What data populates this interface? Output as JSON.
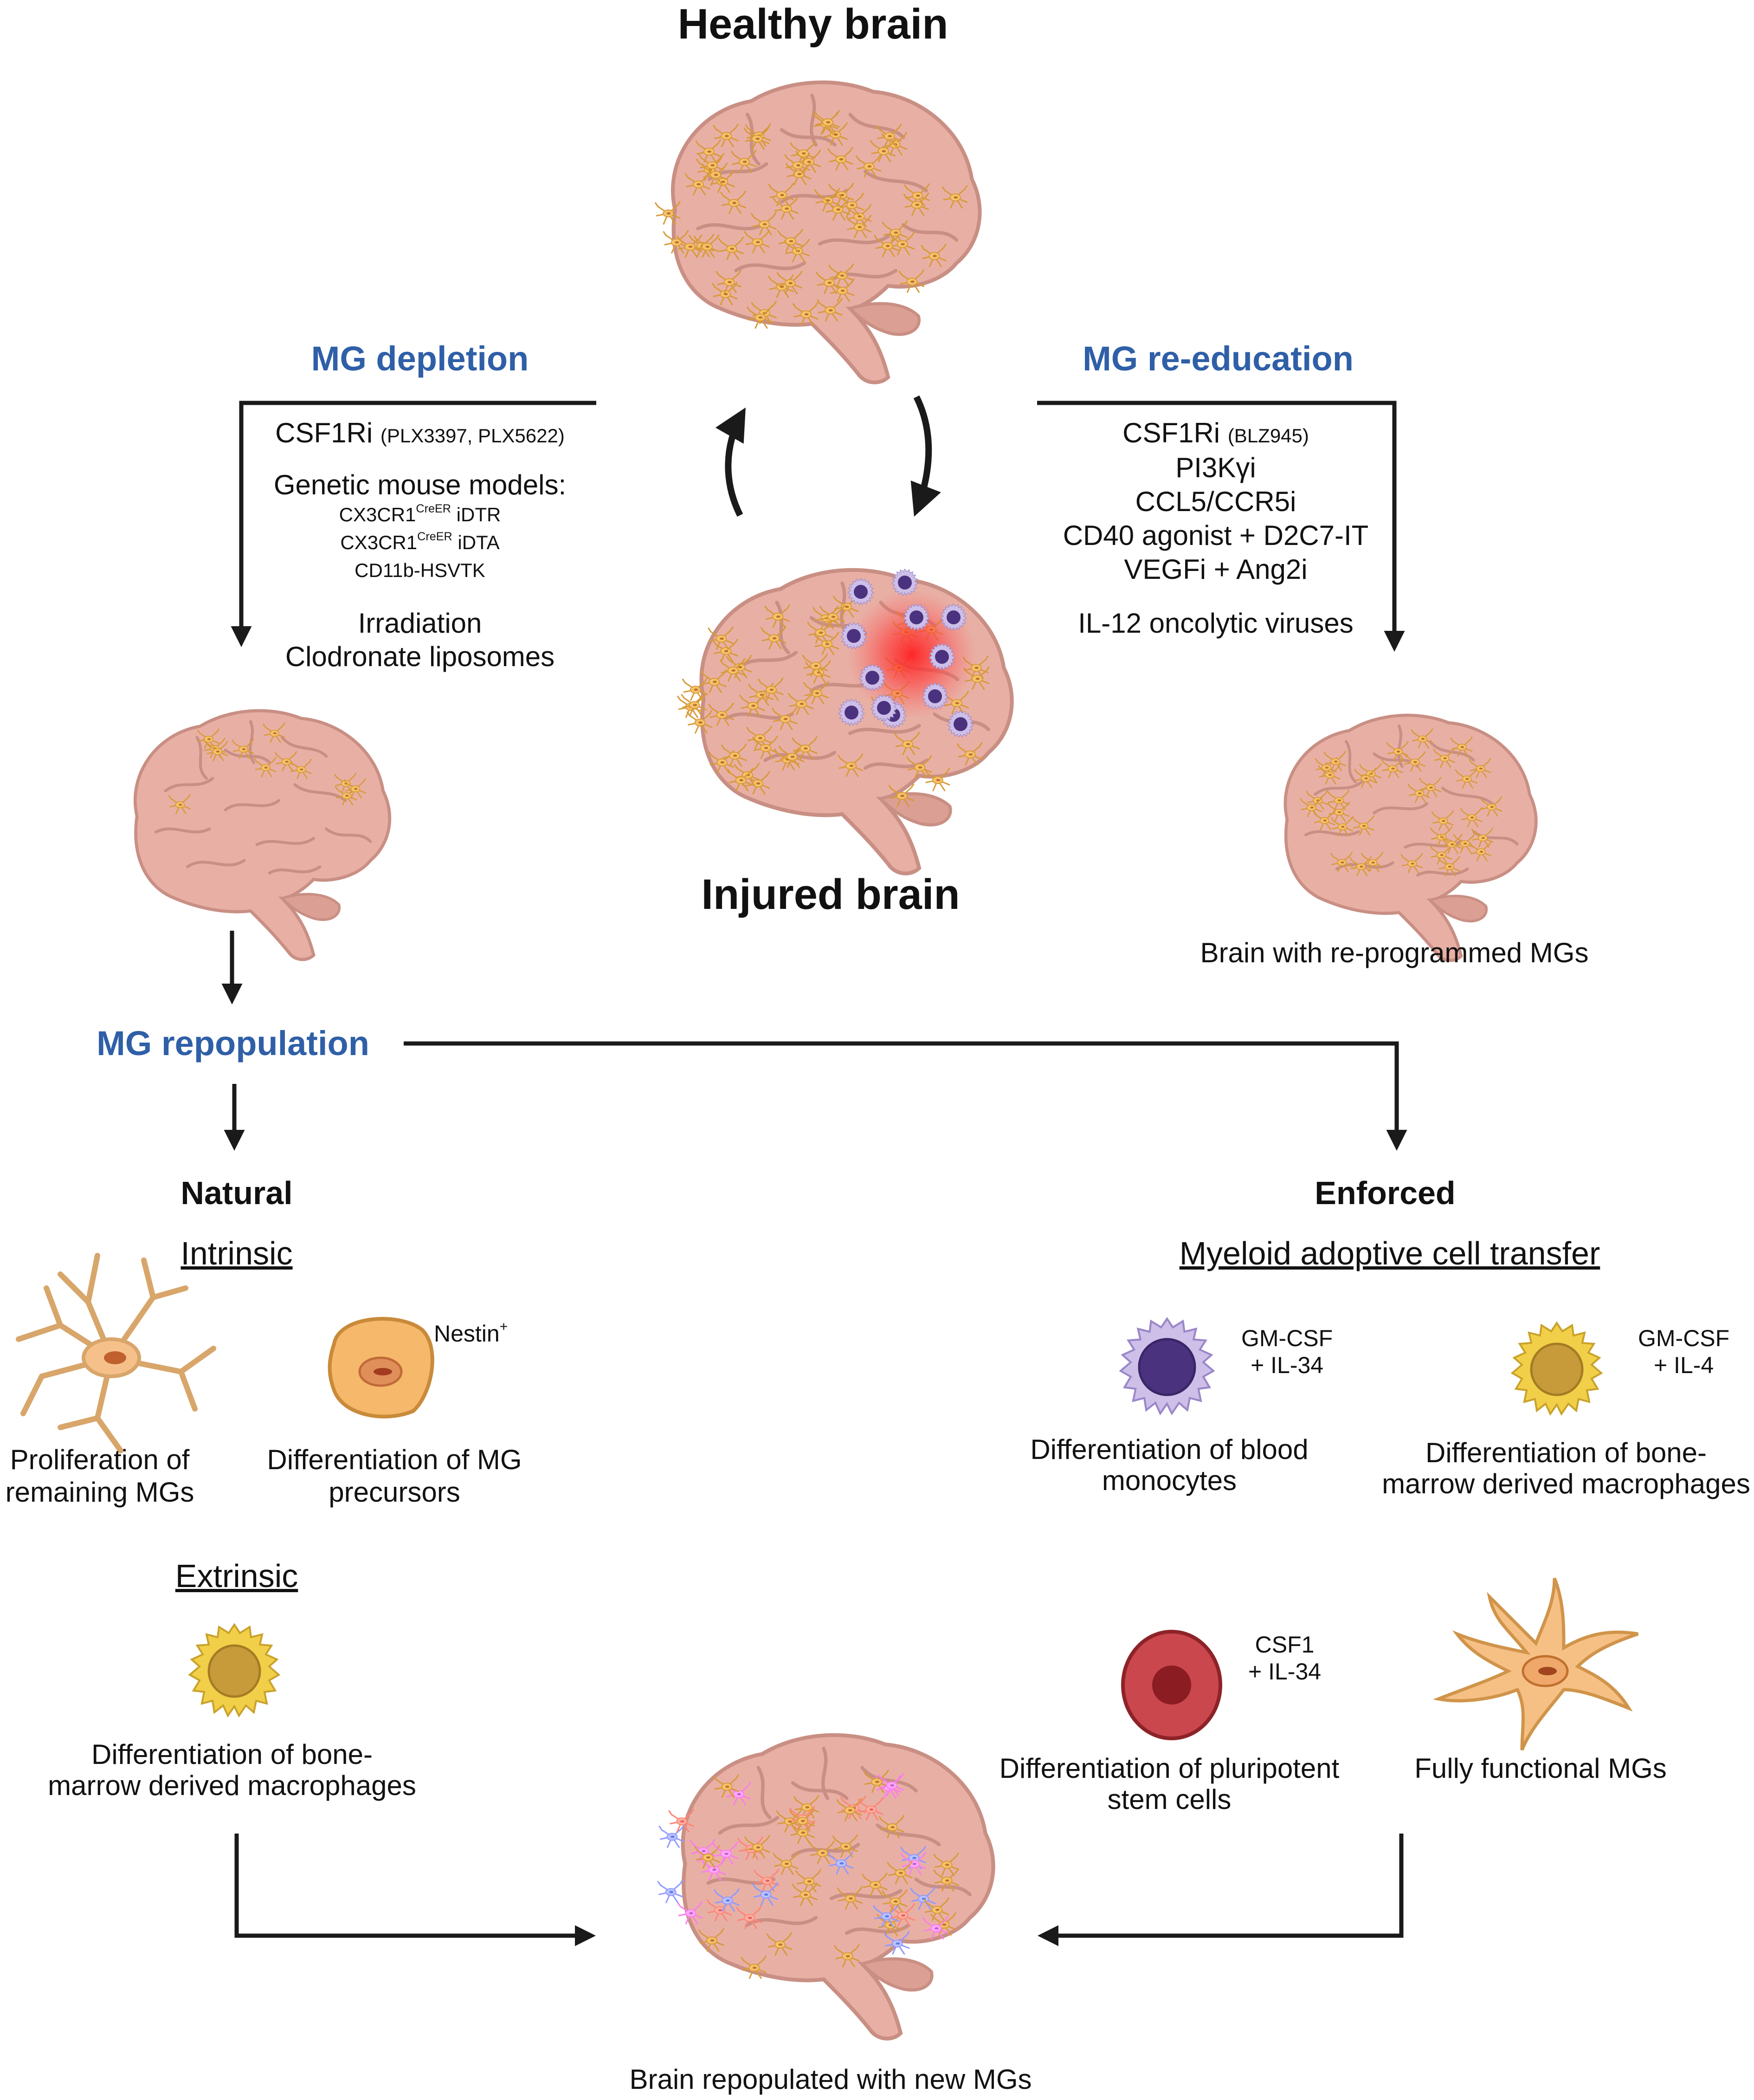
{
  "titles": {
    "healthy": "Healthy brain",
    "injured": "Injured brain"
  },
  "depletion": {
    "heading": "MG depletion",
    "csf1ri": "CSF1Ri",
    "csf1ri_detail": "(PLX3397, PLX5622)",
    "genetic": "Genetic mouse models:",
    "models": [
      {
        "base": "CX3CR1",
        "sup": "CreER",
        "suffix": " iDTR"
      },
      {
        "base": "CX3CR1",
        "sup": "CreER",
        "suffix": " iDTA"
      },
      {
        "base": "CD11b-HSVTK",
        "sup": "",
        "suffix": ""
      }
    ],
    "irradiation": "Irradiation",
    "clodronate": "Clodronate liposomes"
  },
  "reeducation": {
    "heading": "MG re-education",
    "csf1ri": "CSF1Ri",
    "csf1ri_detail": "(BLZ945)",
    "items": [
      "PI3Kγi",
      "CCL5/CCR5i",
      "CD40 agonist + D2C7-IT",
      "VEGFi + Ang2i"
    ],
    "viruses": "IL-12 oncolytic viruses",
    "result": "Brain with re-programmed MGs"
  },
  "repopulation": {
    "heading": "MG repopulation",
    "natural": {
      "heading": "Natural",
      "intrinsic": "Intrinsic",
      "nestin_base": "Nestin",
      "nestin_sup": "+",
      "proliferation": [
        "Proliferation of",
        "remaining MGs"
      ],
      "precursors": [
        "Differentiation of MG",
        "precursors"
      ],
      "extrinsic": "Extrinsic",
      "bm_macro": [
        "Differentiation of bone-",
        "marrow derived macrophages"
      ]
    },
    "enforced": {
      "heading": "Enforced",
      "transfer": "Myeloid adoptive cell transfer",
      "gm_il34": [
        "GM-CSF",
        "+ IL-34"
      ],
      "monocytes": [
        "Differentiation of blood",
        "monocytes"
      ],
      "gm_il4": [
        "GM-CSF",
        "+ IL-4"
      ],
      "bm_macro": [
        "Differentiation of bone-",
        "marrow derived macrophages"
      ],
      "csf1_il34": [
        "CSF1",
        "+ IL-34"
      ],
      "stem": [
        "Differentiation of pluripotent",
        "stem cells"
      ],
      "functional": "Fully functional MGs"
    },
    "result": "Brain repopulated with new MGs"
  },
  "colors": {
    "heading_blue": "#2f5fa7",
    "brain_fill": "#e8b0a5",
    "brain_outline": "#c98f84",
    "microglia": "#f6c46a",
    "monocyte": "#7a62b0",
    "macrophage": "#f2cf49",
    "stem_cell": "#b53a3f",
    "injury": "#ff3030"
  }
}
